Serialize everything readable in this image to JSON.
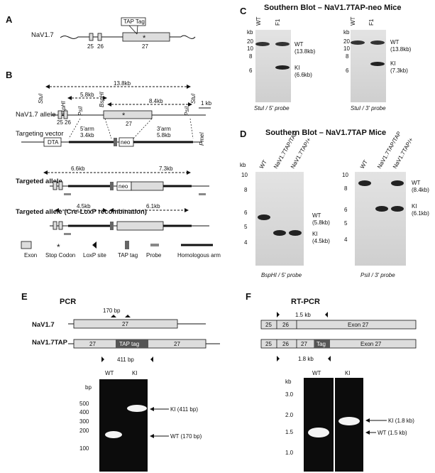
{
  "panels": {
    "A": "A",
    "B": "B",
    "C": "C",
    "D": "D",
    "E": "E",
    "F": "F"
  },
  "A": {
    "gene_label": "NaV1.7",
    "tap_tag": "TAP Tag",
    "exons": [
      "25",
      "26",
      "27"
    ]
  },
  "B": {
    "allele_label": "NaV1.7 allele",
    "targeting_vector": "Targeting vector",
    "targeted_allele": "Targeted allele",
    "targeted_cre": "Targeted allele (Cre-LoxP recombination)",
    "scale": "1 kb",
    "dist_13_8": "13.8kb",
    "dist_5_8": "5.8kb",
    "dist_8_4": "8.4kb",
    "arm5": "5'arm",
    "arm5_len": "3.4kb",
    "arm3": "3'arm",
    "arm3_len": "5.8kb",
    "dta": "DTA",
    "neo": "neo",
    "dist_6_6": "6.6kb",
    "dist_7_3": "7.3kb",
    "dist_4_5": "4.5kb",
    "dist_6_1": "6.1kb",
    "enzymes": {
      "stul": "StuI",
      "bsphi": "BspHI",
      "psil": "PsiI",
      "pmel": "PmeI"
    },
    "exon_25": "25",
    "exon_26": "26",
    "exon_27": "27",
    "legend": [
      "Exon",
      "Stop Codon",
      "LoxP site",
      "TAP tag",
      "Probe",
      "Homologous arm"
    ]
  },
  "C": {
    "title": "Southern Blot – NaV1.7TAP-neo Mice",
    "kb": "kb",
    "lanes": [
      "WT",
      "F1"
    ],
    "markers": [
      "20",
      "10",
      "8",
      "6"
    ],
    "left_wt": "WT",
    "left_wt_size": "(13.8kb)",
    "left_ki": "KI",
    "left_ki_size": "(6.6kb)",
    "left_caption": "StuI / 5' probe",
    "right_wt": "WT",
    "right_wt_size": "(13.8kb)",
    "right_ki": "KI",
    "right_ki_size": "(7.3kb)",
    "right_caption": "StuI / 3' probe"
  },
  "D": {
    "title": "Southern Blot – NaV1.7TAP Mice",
    "kb": "kb",
    "lanes": [
      "WT",
      "NaV1.7TAP/TAP",
      "NaV1.7TAP/+"
    ],
    "markers": [
      "10",
      "8",
      "6",
      "5",
      "4"
    ],
    "left_wt": "WT",
    "left_wt_size": "(5.8kb)",
    "left_ki": "KI",
    "left_ki_size": "(4.5kb)",
    "left_caption": "BspHI / 5' probe",
    "right_wt": "WT",
    "right_wt_size": "(8.4kb)",
    "right_ki": "KI",
    "right_ki_size": "(6.1kb)",
    "right_caption": "PsiI / 3' probe"
  },
  "E": {
    "title": "PCR",
    "gene1": "NaV1.7",
    "gene2": "NaV1.7TAP",
    "bp170": "170 bp",
    "bp411": "411 bp",
    "exon": "27",
    "tap": "TAP tag",
    "bp": "bp",
    "lanes": [
      "WT",
      "KI"
    ],
    "markers": [
      "500",
      "400",
      "300",
      "200",
      "100"
    ],
    "ki_band": "KI (411 bp)",
    "wt_band": "WT (170 bp)"
  },
  "F": {
    "title": "RT-PCR",
    "kb15": "1.5 kb",
    "kb18": "1.8 kb",
    "ex25": "25",
    "ex26": "26",
    "ex27": "27",
    "exon27": "Exon 27",
    "tag": "Tag",
    "kb": "kb",
    "lanes": [
      "WT",
      "KI"
    ],
    "markers": [
      "3.0",
      "2.0",
      "1.5",
      "1.0"
    ],
    "ki_band": "KI (1.8 kb)",
    "wt_band": "WT (1.5 kb)"
  }
}
